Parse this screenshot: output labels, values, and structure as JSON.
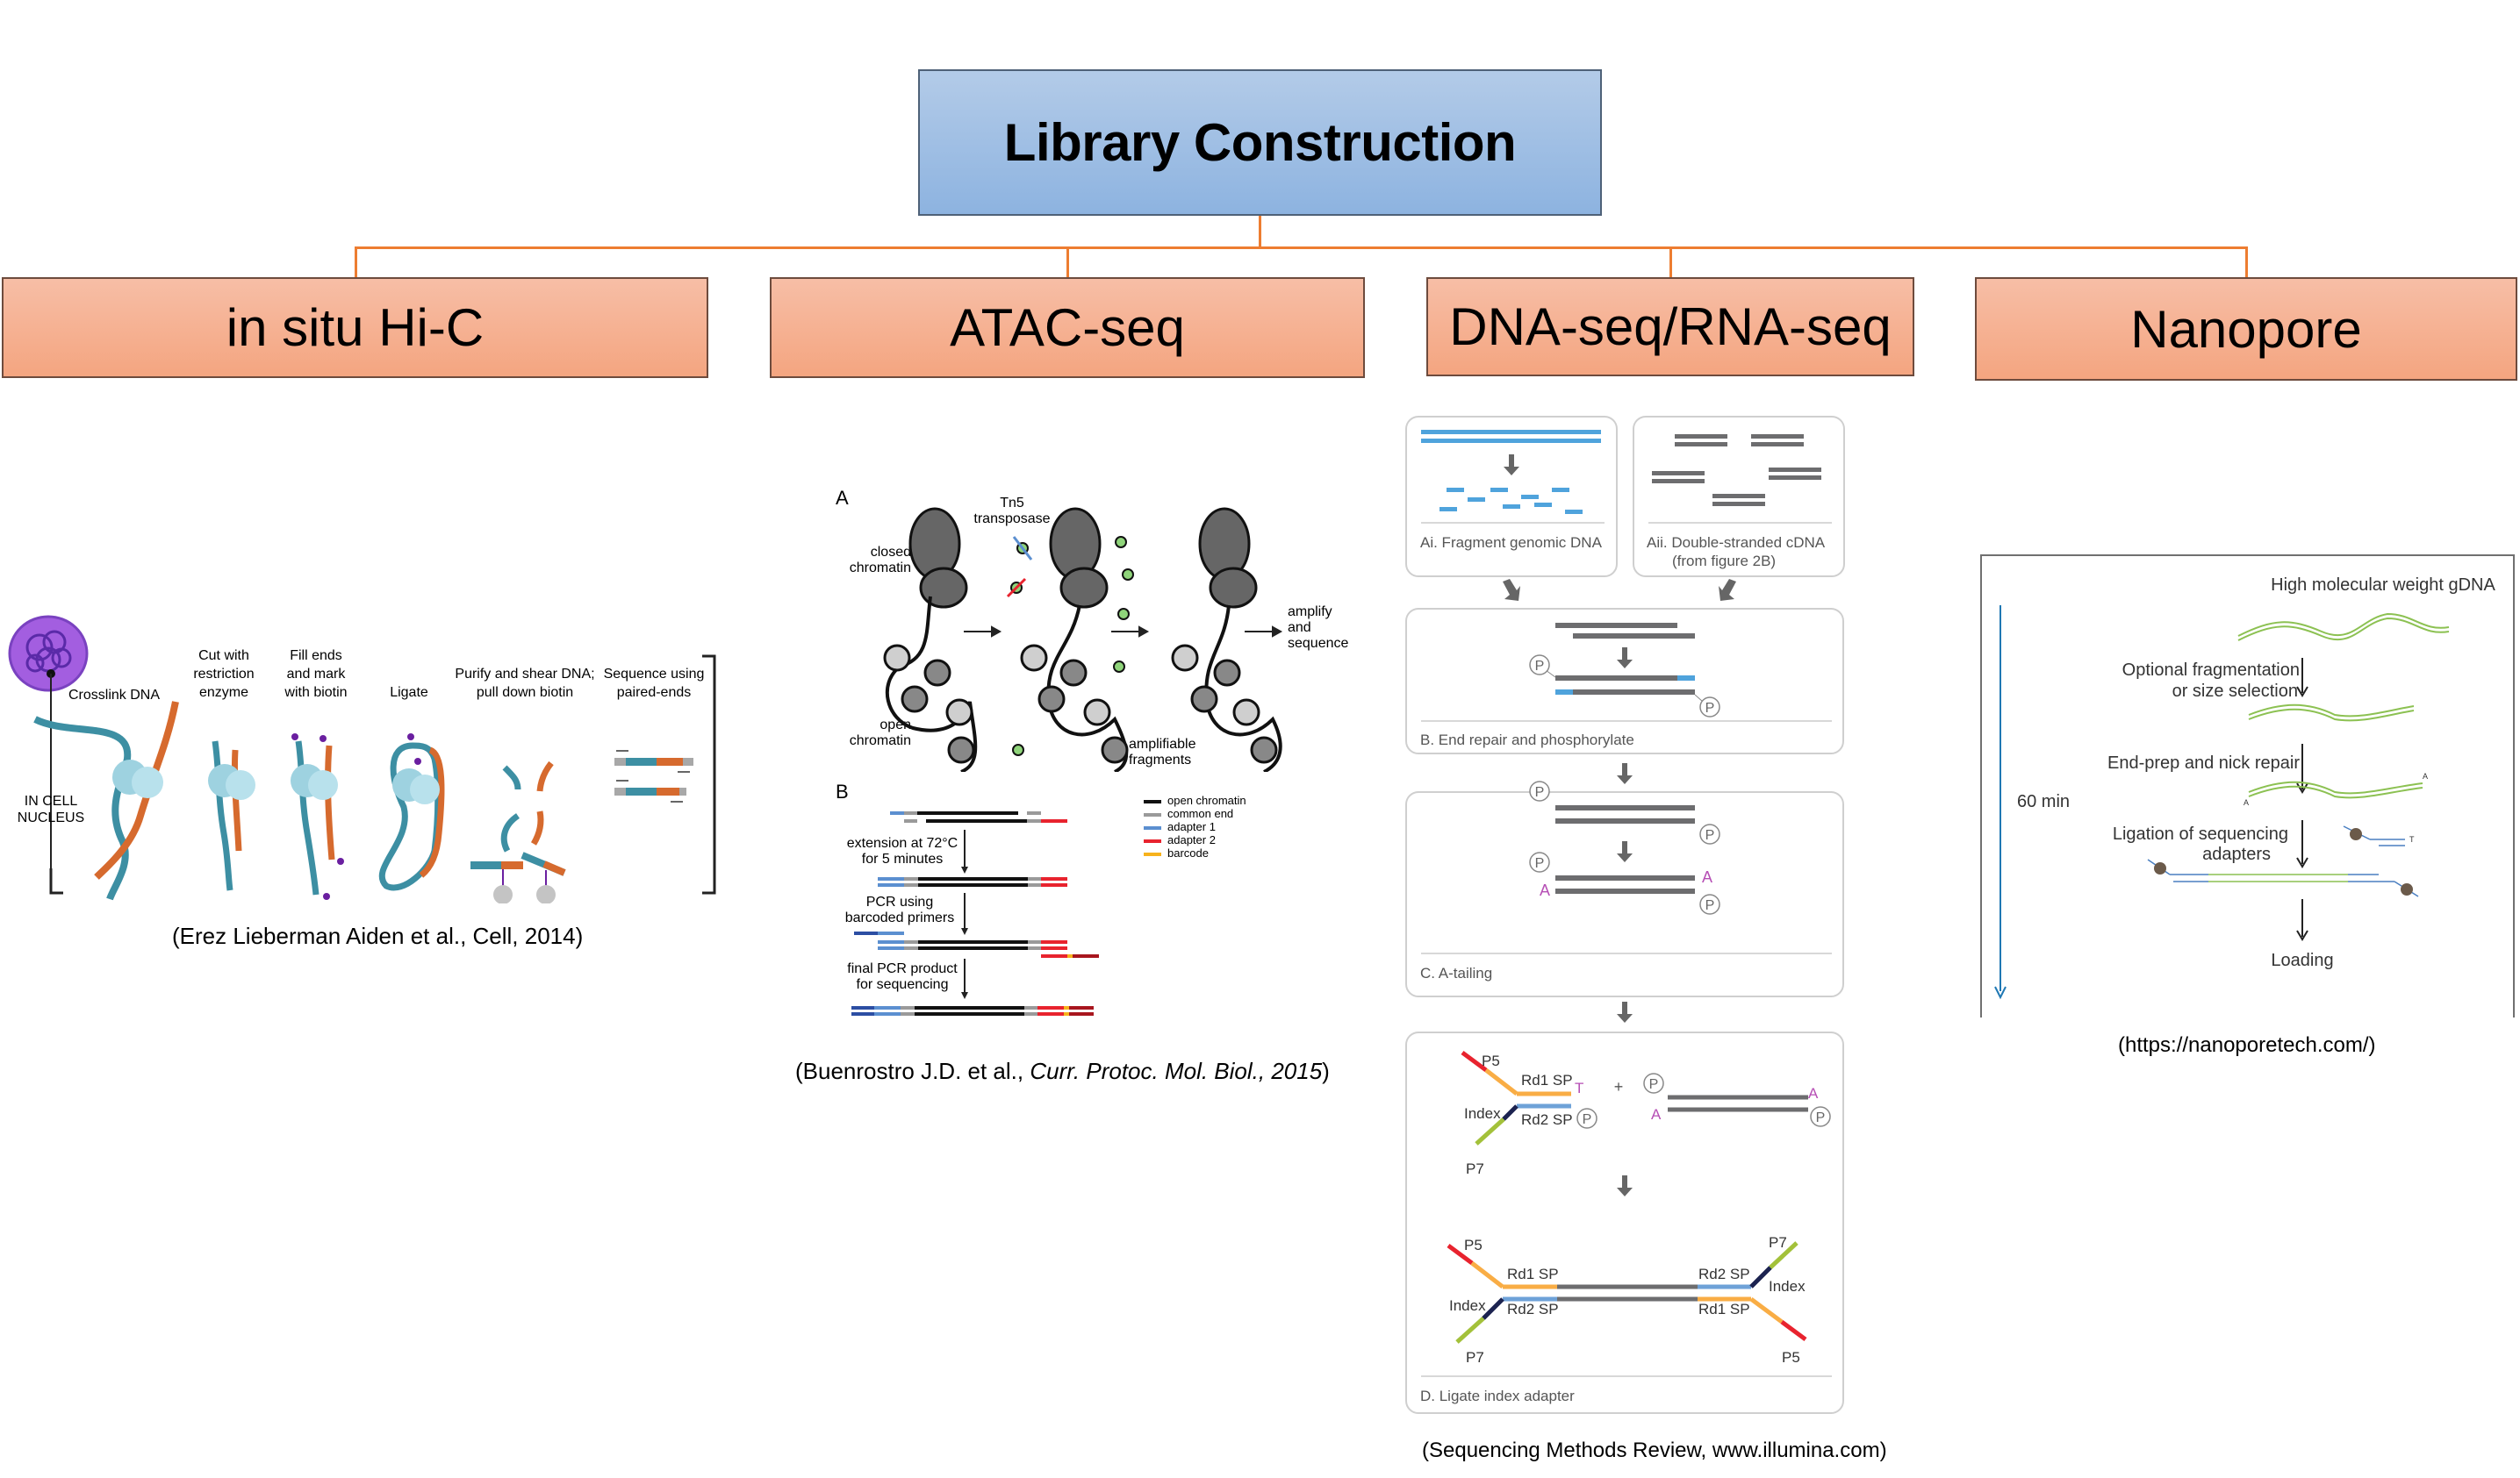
{
  "title": "Library Construction",
  "colors": {
    "title_box": "#9dbde4",
    "category_box": "#f5b092",
    "connector": "#ed7d31"
  },
  "categories": [
    {
      "label": "in situ Hi-C"
    },
    {
      "label": "ATAC-seq"
    },
    {
      "label": "DNA-seq/RNA-seq"
    },
    {
      "label": "Nanopore"
    }
  ],
  "hic": {
    "side_label_line1": "IN CELL",
    "side_label_line2": "NUCLEUS",
    "steps": [
      {
        "line1": "Crosslink DNA",
        "line2": "",
        "line3": ""
      },
      {
        "line1": "Cut with",
        "line2": "restriction",
        "line3": "enzyme"
      },
      {
        "line1": "Fill ends",
        "line2": "and mark",
        "line3": "with biotin"
      },
      {
        "line1": "Ligate",
        "line2": "",
        "line3": ""
      },
      {
        "line1": "Purify and shear DNA;",
        "line2": "pull down biotin",
        "line3": ""
      },
      {
        "line1": "Sequence using",
        "line2": "paired-ends",
        "line3": ""
      }
    ],
    "citation": "(Erez Lieberman Aiden et al., Cell, 2014)"
  },
  "atac": {
    "panel_a": {
      "label": "A",
      "tn5_line1": "Tn5",
      "tn5_line2": "transposase",
      "closed_line1": "closed",
      "closed_line2": "chromatin",
      "open_line1": "open",
      "open_line2": "chromatin",
      "amplify_line1": "amplify",
      "amplify_line2": "and",
      "amplify_line3": "sequence",
      "fragments_line1": "amplifiable",
      "fragments_line2": "fragments"
    },
    "panel_b": {
      "label": "B",
      "step1_line1": "extension at 72°C",
      "step1_line2": "for 5 minutes",
      "step2_line1": "PCR using",
      "step2_line2": "barcoded primers",
      "step3_line1": "final PCR product",
      "step3_line2": "for sequencing",
      "legend": [
        {
          "label": "open chromatin",
          "color": "#111111"
        },
        {
          "label": "common end",
          "color": "#9a9a9a"
        },
        {
          "label": "adapter 1",
          "color": "#5b8fd0"
        },
        {
          "label": "adapter 2",
          "color": "#e8232e"
        },
        {
          "label": "barcode",
          "color": "#f7b21c"
        }
      ]
    },
    "citation_prefix": "(Buenrostro J.D. et al., ",
    "citation_italic": "Curr. Protoc. Mol. Biol., 2015",
    "citation_suffix": ")"
  },
  "dnaseq": {
    "ai_caption": "Ai. Fragment genomic DNA",
    "aii_caption_line1": "Aii. Double-stranded cDNA",
    "aii_caption_line2": "(from figure 2B)",
    "b_caption": "B.  End repair and phosphorylate",
    "c_caption": "C.  A-tailing",
    "d_caption": "D.  Ligate index adapter",
    "p_symbol": "P",
    "a_symbol": "A",
    "t_symbol": "T",
    "plus": "+",
    "labels": {
      "p5": "P5",
      "p7": "P7",
      "index": "Index",
      "rd1sp": "Rd1 SP",
      "rd2sp": "Rd2 SP"
    },
    "citation": "(Sequencing Methods Review, www.illumina.com)"
  },
  "nanopore": {
    "time_label": "60 min",
    "steps": [
      "High molecular weight gDNA",
      "Optional fragmentation",
      "or size selection",
      "End-prep and nick repair",
      "Ligation of sequencing",
      "adapters",
      "Loading"
    ],
    "small_a": "A",
    "small_t": "T",
    "citation": "(https://nanoporetech.com/)"
  }
}
